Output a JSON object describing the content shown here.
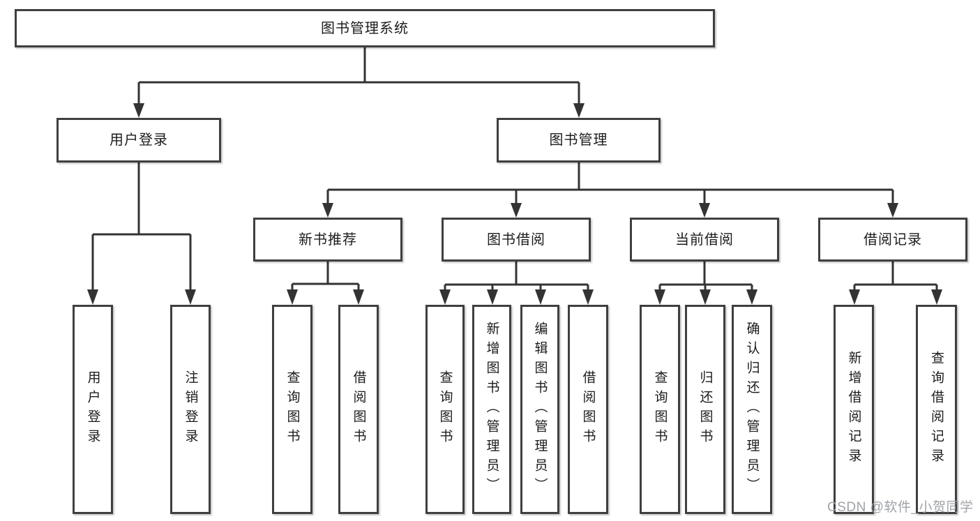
{
  "diagram": {
    "root": {
      "label": "图书管理系统"
    },
    "branches": [
      {
        "label": "用户登录",
        "children": [
          {
            "label": "用户登录"
          },
          {
            "label": "注销登录"
          }
        ]
      },
      {
        "label": "图书管理",
        "children": [
          {
            "label": "新书推荐",
            "children": [
              {
                "label": "查询图书"
              },
              {
                "label": "借阅图书"
              }
            ]
          },
          {
            "label": "图书借阅",
            "children": [
              {
                "label": "查询图书"
              },
              {
                "label": "新增图书（管理员）"
              },
              {
                "label": "编辑图书（管理员）"
              },
              {
                "label": "借阅图书"
              }
            ]
          },
          {
            "label": "当前借阅",
            "children": [
              {
                "label": "查询图书"
              },
              {
                "label": "归还图书"
              },
              {
                "label": "确认归还（管理员）"
              }
            ]
          },
          {
            "label": "借阅记录",
            "children": [
              {
                "label": "新增借阅记录"
              },
              {
                "label": "查询借阅记录"
              }
            ]
          }
        ]
      }
    ]
  },
  "colors": {
    "line": "#333333",
    "box_border": "#3f3f3f",
    "text": "#1c1c1c",
    "watermark": "#9fa2a8"
  },
  "watermark": {
    "text": "CSDN @软件_小贺同学"
  }
}
